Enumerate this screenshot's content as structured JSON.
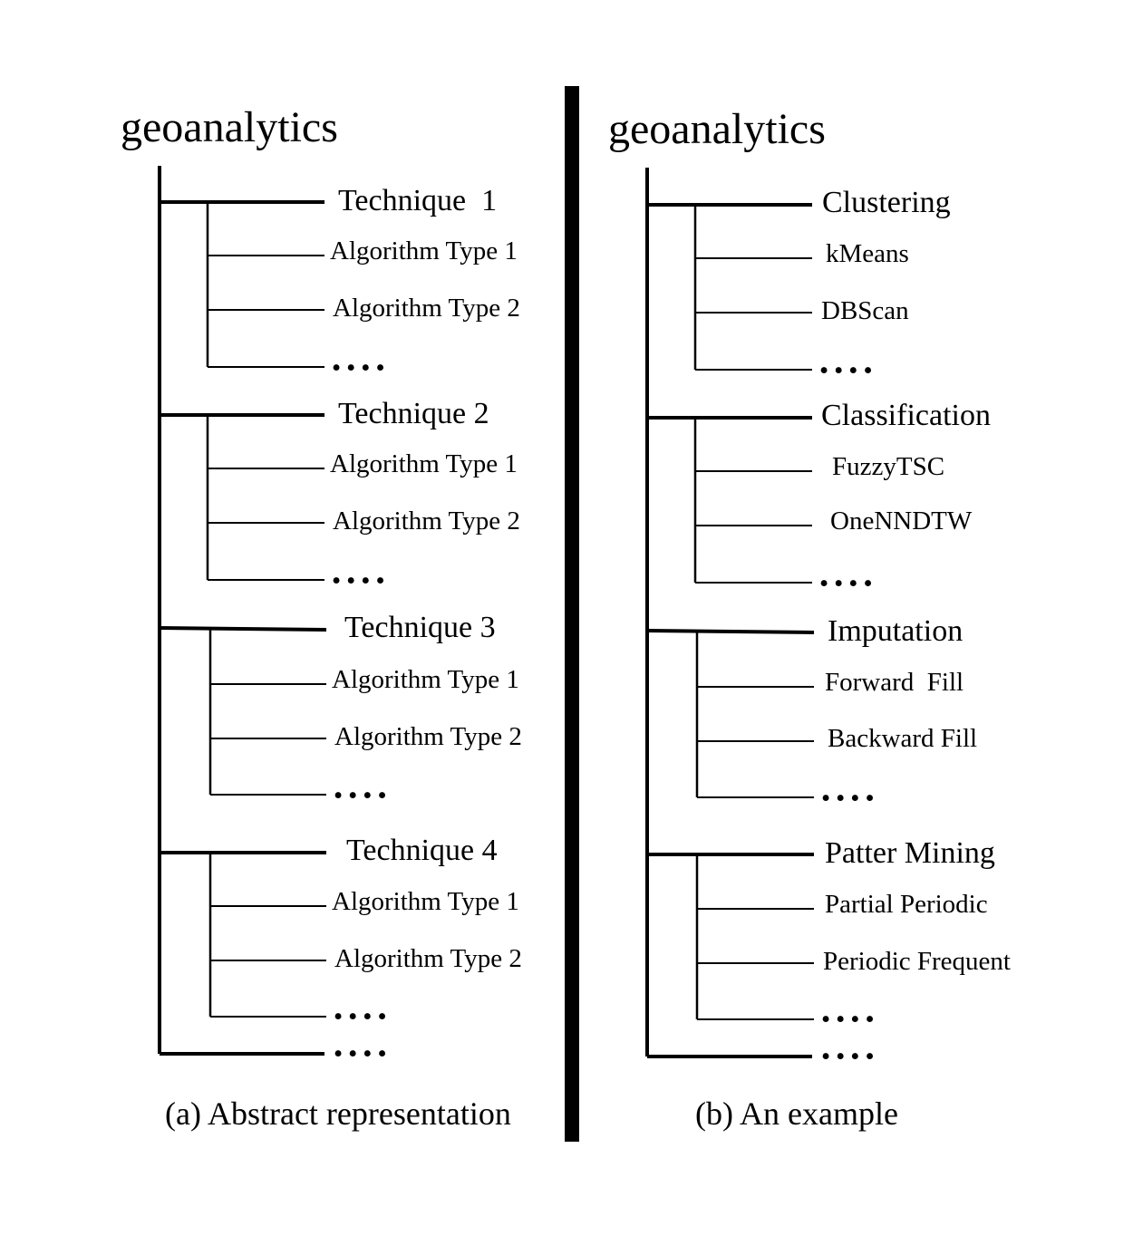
{
  "panels": [
    {
      "root": "geoanalytics",
      "caption": "(a) Abstract representation",
      "groups": [
        {
          "technique": "Technique  1",
          "algorithms": [
            "Algorithm Type 1",
            "Algorithm Type 2"
          ],
          "more": "••••"
        },
        {
          "technique": "Technique 2",
          "algorithms": [
            "Algorithm Type 1",
            "Algorithm Type 2"
          ],
          "more": "••••"
        },
        {
          "technique": "Technique 3",
          "algorithms": [
            "Algorithm Type 1",
            "Algorithm Type 2"
          ],
          "more": "••••"
        },
        {
          "technique": "Technique 4",
          "algorithms": [
            "Algorithm Type 1",
            "Algorithm Type 2"
          ],
          "more": "••••"
        }
      ],
      "more": "••••"
    },
    {
      "root": "geoanalytics",
      "caption": "(b) An example",
      "groups": [
        {
          "technique": "Clustering",
          "algorithms": [
            "kMeans",
            "DBScan"
          ],
          "more": "••••"
        },
        {
          "technique": "Classification",
          "algorithms": [
            "FuzzyTSC",
            "OneNNDTW"
          ],
          "more": "••••"
        },
        {
          "technique": "Imputation",
          "algorithms": [
            "Forward  Fill",
            "Backward Fill"
          ],
          "more": "••••"
        },
        {
          "technique": "Patter Mining",
          "algorithms": [
            "Partial Periodic",
            "Periodic Frequent"
          ],
          "more": "••••"
        }
      ],
      "more": "••••"
    }
  ]
}
